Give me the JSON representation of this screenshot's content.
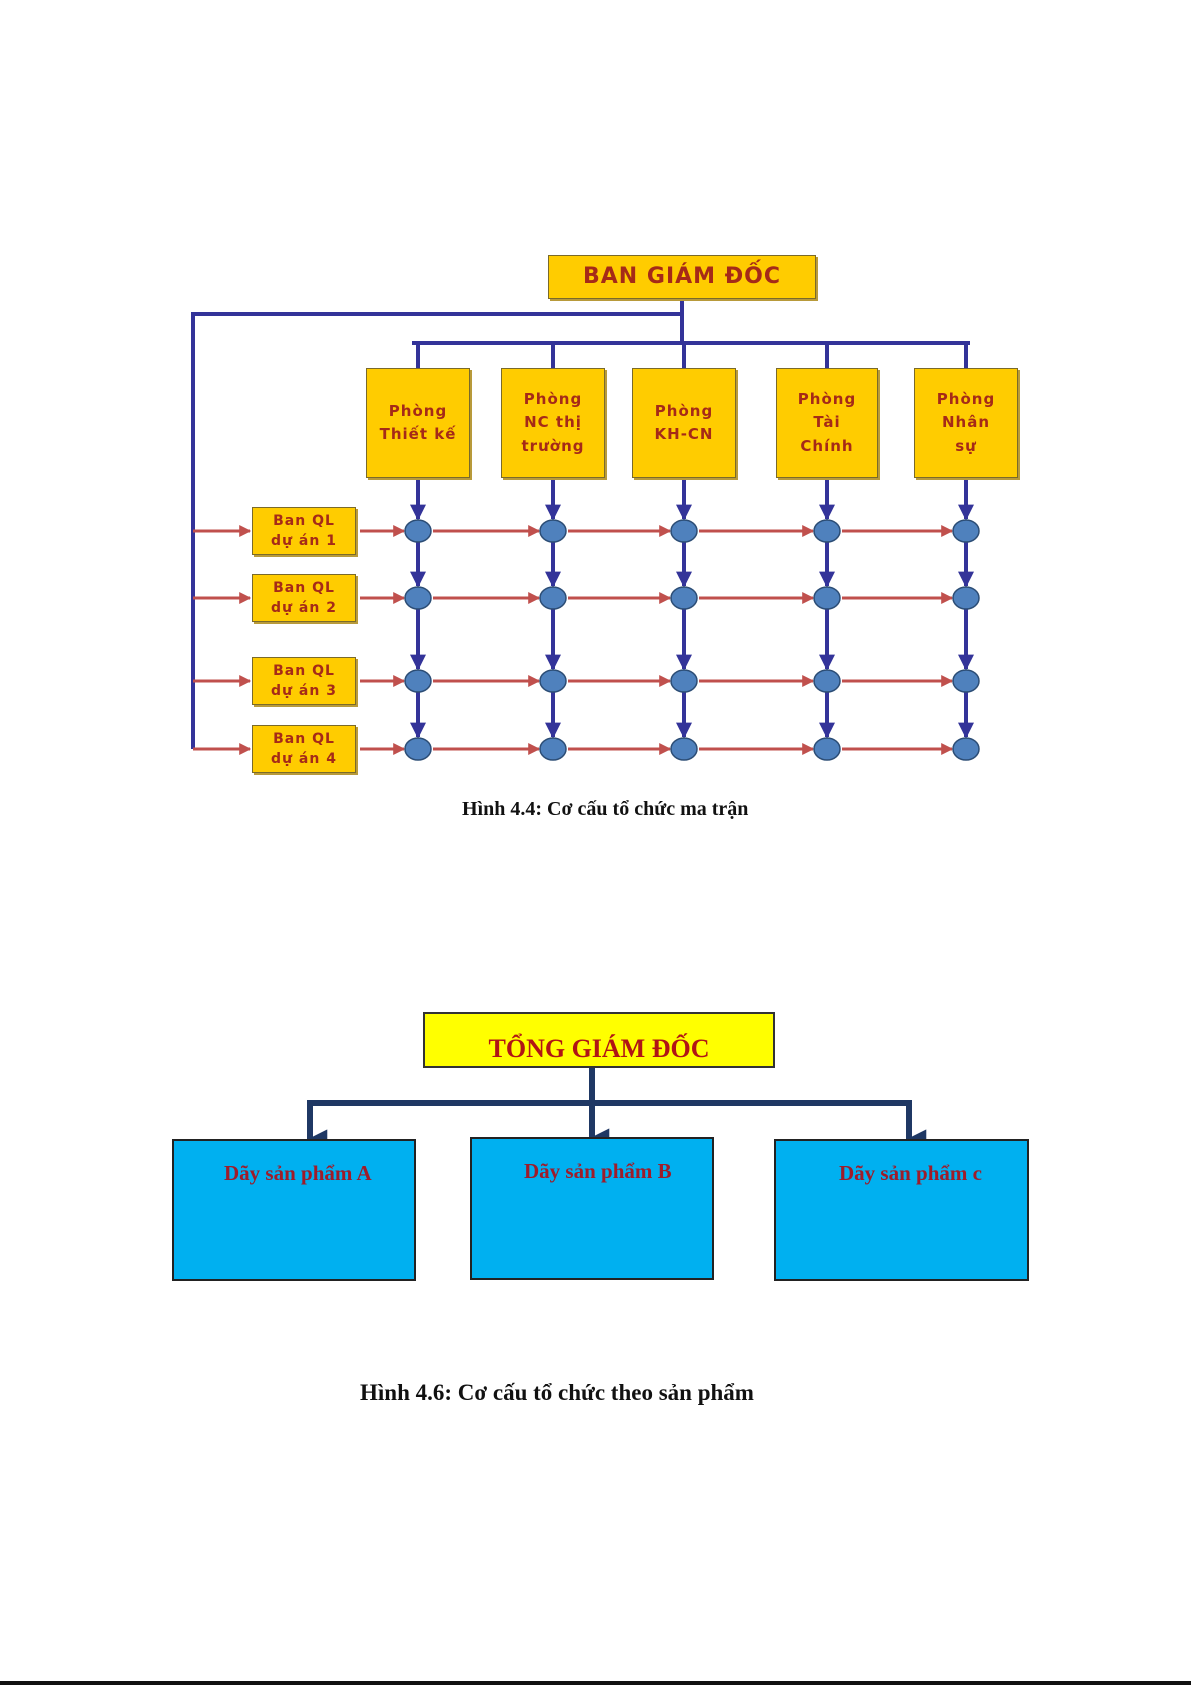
{
  "figure_matrix": {
    "top_box": "BAN GIÁM ĐỐC",
    "departments": [
      {
        "label": "Phòng\nThiết kế"
      },
      {
        "label": "Phòng\nNC thị\ntrường"
      },
      {
        "label": "Phòng\nKH-CN"
      },
      {
        "label": "Phòng\nTài\nChính"
      },
      {
        "label": "Phòng\nNhân\nsự"
      }
    ],
    "projects": [
      {
        "label": "Ban QL\ndự án 1"
      },
      {
        "label": "Ban QL\ndự án 2"
      },
      {
        "label": "Ban QL\ndự án 3"
      },
      {
        "label": "Ban QL\ndự án 4"
      }
    ],
    "caption": "Hình 4.4: Cơ cấu tổ chức ma trận",
    "colors": {
      "box": "#ffcc00",
      "text": "#a52a18",
      "line_vertical": "#333399",
      "line_horizontal": "#c0504d",
      "node": "#4f81bd"
    }
  },
  "figure_product": {
    "top_box": "TỔNG GIÁM ĐỐC",
    "products": [
      {
        "label": "Dãy sản phẩm A"
      },
      {
        "label": "Dãy sản phẩm B"
      },
      {
        "label": "Dãy sản phẩm c"
      }
    ],
    "caption": "Hình 4.6: Cơ cấu tổ chức theo sản phẩm",
    "colors": {
      "top": "#ffff00",
      "box": "#00b0f0",
      "text": "#9e1c2a",
      "line": "#1f3864"
    }
  }
}
